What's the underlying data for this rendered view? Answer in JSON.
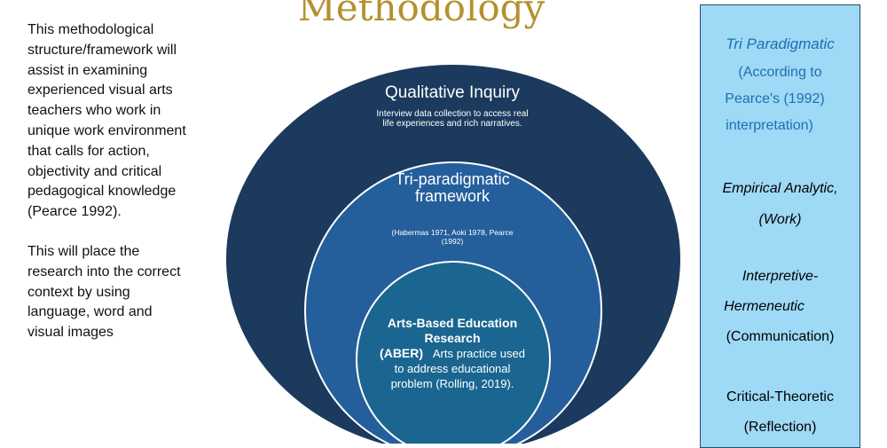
{
  "title": "Methodology",
  "left_text": {
    "paragraph1": "This methodological structure/framework will assist in examining experienced visual arts teachers who work in unique work environment that calls for action, objectivity and critical pedagogical knowledge (Pearce 1992).",
    "paragraph2": "This will place the research into the correct context by using language, word and visual images"
  },
  "circles": {
    "outer": {
      "title": "Qualitative Inquiry",
      "description": "Interview data collection to access real life experiences and rich narratives.",
      "color": "#1b3a5e"
    },
    "middle": {
      "title": "Tri-paradigmatic framework",
      "description": "(Habermas 1971, Aoki 1978, Pearce (1992)",
      "color": "#245f9c"
    },
    "inner": {
      "title": "Arts-Based Education Research",
      "abbr": "(ABER)",
      "description": "Arts practice used to address educational problem (Rolling, 2019).",
      "color": "#1a6690"
    }
  },
  "right_box": {
    "heading": "Tri Paradigmatic",
    "sub1": "(According to",
    "sub2": "Pearce's (1992)",
    "sub3": "interpretation)",
    "p1_line1": "Empirical Analytic,",
    "p1_line2": "(Work)",
    "p2_line1": "Interpretive-",
    "p2_line2": "Hermeneutic",
    "p2_line3": "(Communication)",
    "p3_line1": "Critical-Theoretic",
    "p3_line2": "(Reflection)"
  }
}
